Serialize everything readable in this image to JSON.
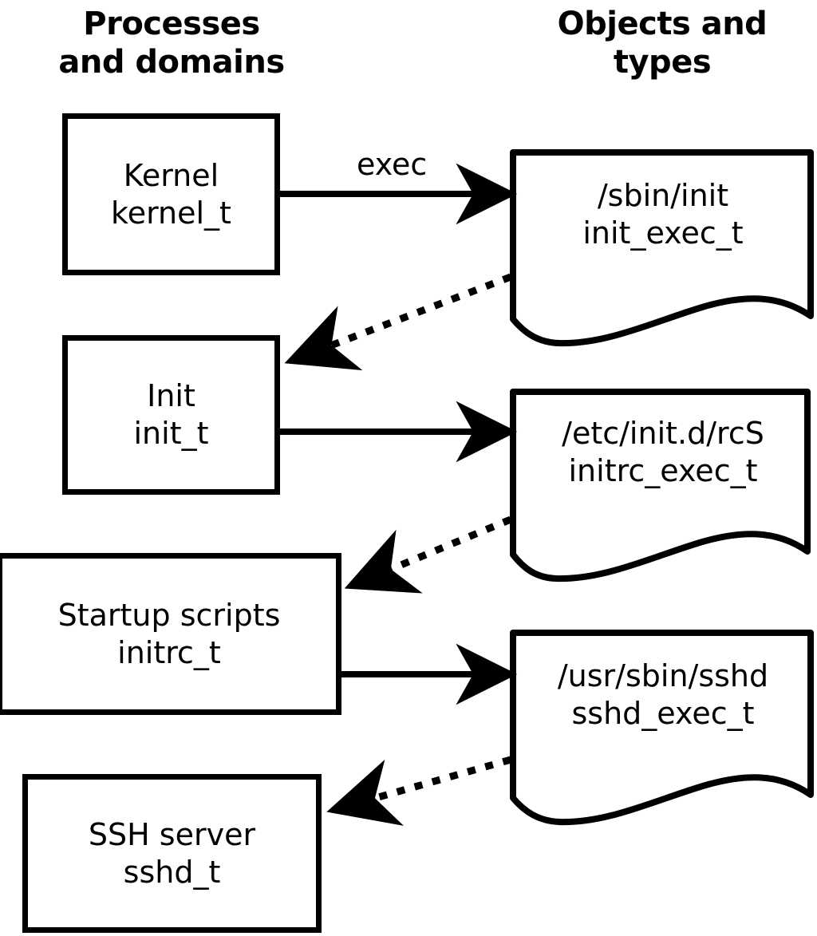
{
  "headers": {
    "left": "Processes\nand domains",
    "left_line1": "Processes",
    "left_line2": "and domains",
    "right_line1": "Objects and",
    "right_line2": "types"
  },
  "colors": {
    "stroke": "#000000",
    "fill": "#ffffff"
  },
  "processes": [
    {
      "id": "kernel",
      "title": "Kernel",
      "type": "kernel_t"
    },
    {
      "id": "init",
      "title": "Init",
      "type": "init_t"
    },
    {
      "id": "initrc",
      "title": "Startup scripts",
      "type": "initrc_t"
    },
    {
      "id": "sshd",
      "title": "SSH server",
      "type": "sshd_t"
    }
  ],
  "objects": [
    {
      "id": "init-exec",
      "path": "/sbin/init",
      "type": "init_exec_t"
    },
    {
      "id": "initrc-exec",
      "path": "/etc/init.d/rcS",
      "type": "initrc_exec_t"
    },
    {
      "id": "sshd-exec",
      "path": "/usr/sbin/sshd",
      "type": "sshd_exec_t"
    }
  ],
  "edges": {
    "exec_label": "exec",
    "solid": [
      {
        "from": "kernel",
        "to": "init-exec",
        "label": "exec",
        "style": "solid"
      },
      {
        "from": "init",
        "to": "initrc-exec",
        "label": "",
        "style": "solid"
      },
      {
        "from": "initrc",
        "to": "sshd-exec",
        "label": "",
        "style": "solid"
      }
    ],
    "dotted": [
      {
        "from": "init-exec",
        "to": "init",
        "label": "",
        "style": "dotted"
      },
      {
        "from": "initrc-exec",
        "to": "initrc",
        "label": "",
        "style": "dotted"
      },
      {
        "from": "sshd-exec",
        "to": "sshd",
        "label": "",
        "style": "dotted"
      }
    ]
  }
}
